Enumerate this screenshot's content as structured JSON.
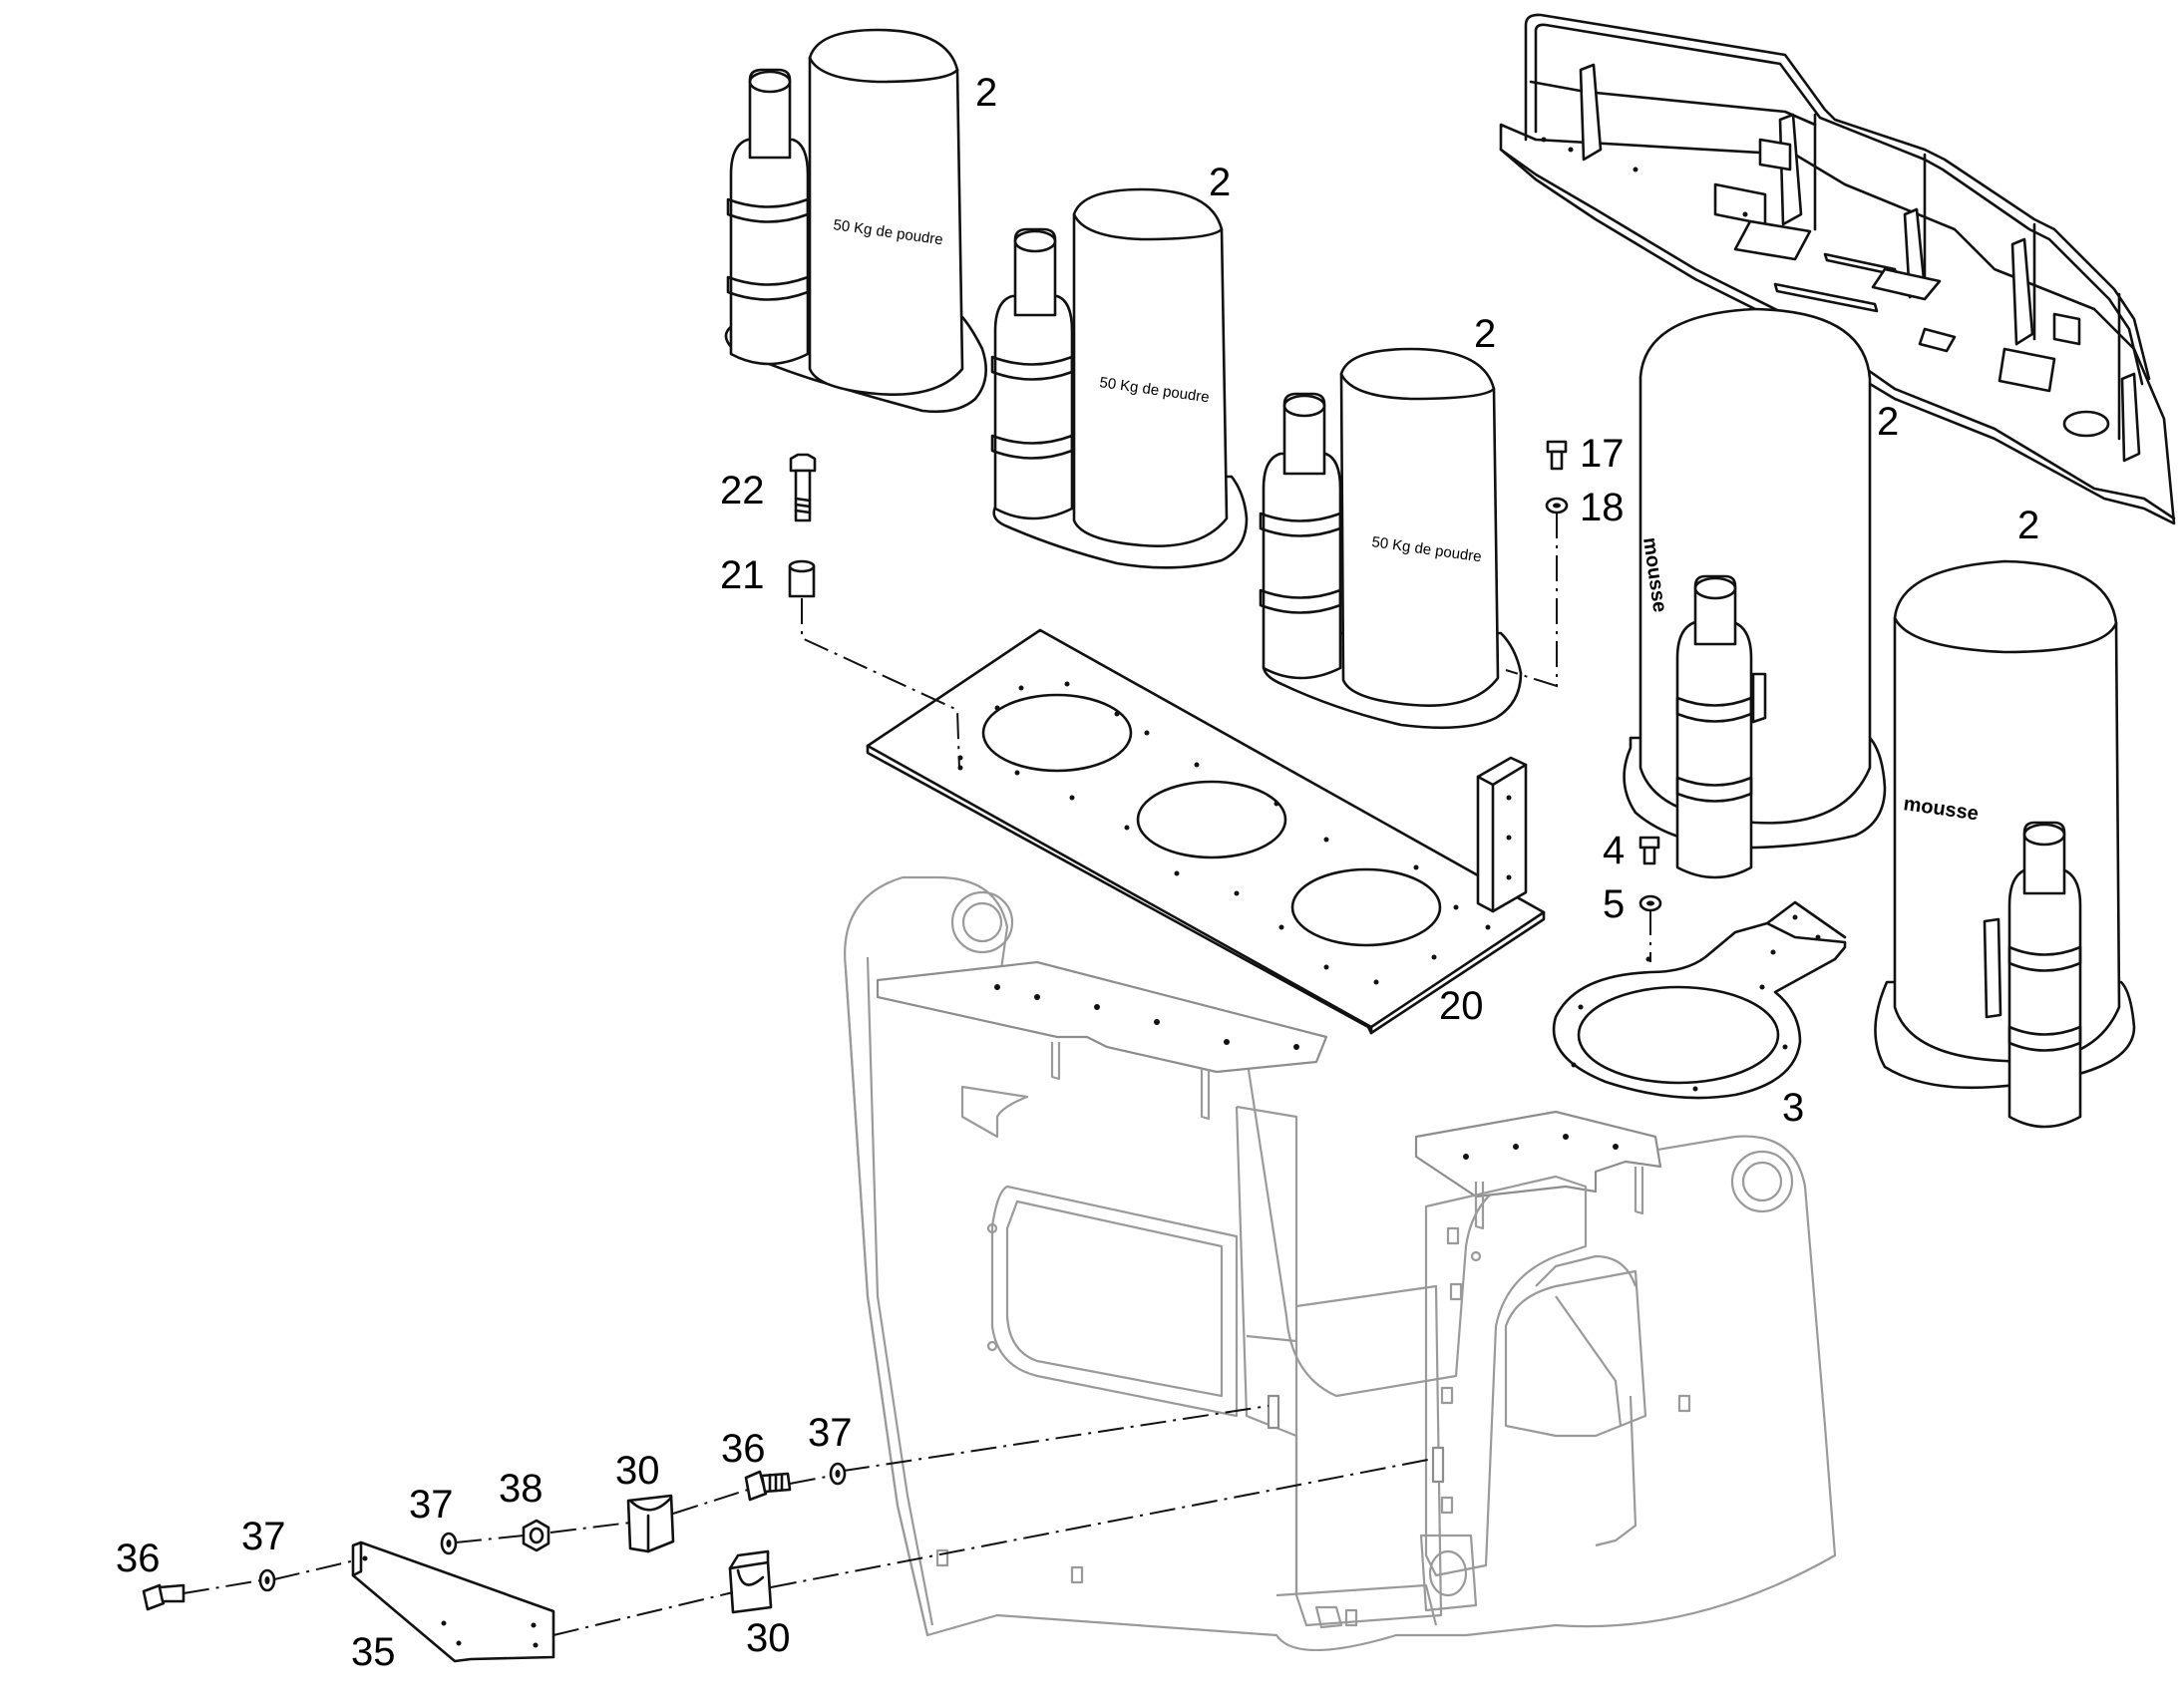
{
  "diagram": {
    "labels": {
      "tank_top_left": "2",
      "tank_mid_left": "2",
      "tank_mid": "2",
      "tank_right": "2",
      "tank_far_right": "2",
      "bolt_22": "22",
      "spacer_21": "21",
      "screw_17": "17",
      "washer_18": "18",
      "plate_20": "20",
      "bolt_4": "4",
      "washer_5": "5",
      "bracket_3": "3",
      "bolt_36_left": "36",
      "washer_37_left": "37",
      "plate_35": "35",
      "washer_37_mid": "37",
      "nut_38": "38",
      "clamp_30_top": "30",
      "bolt_36_mid": "36",
      "washer_37_right": "37",
      "clamp_30_bottom": "30"
    },
    "tank_text": {
      "powder_1": "50 Kg de poudre",
      "powder_2": "50 Kg de poudre",
      "powder_3": "50 Kg de poudre",
      "foam_1": "mousse",
      "foam_2": "mousse"
    }
  }
}
